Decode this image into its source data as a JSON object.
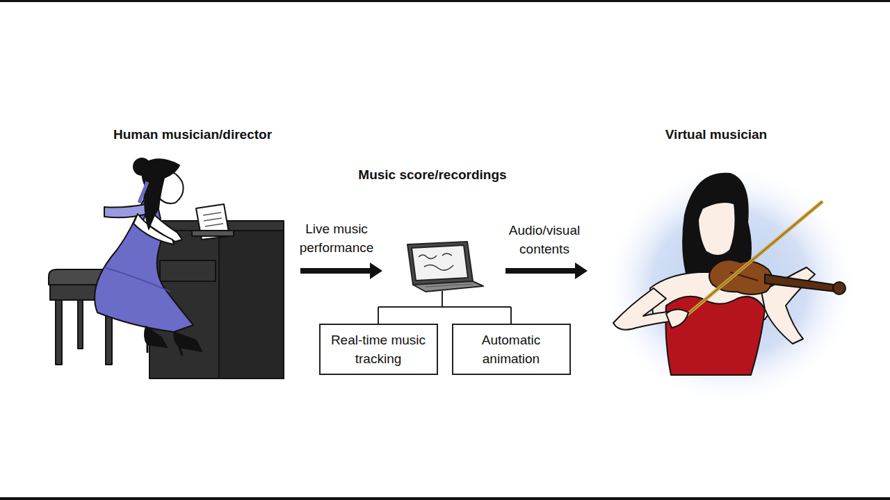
{
  "diagram": {
    "nodes": [
      {
        "text": [
          "Real-time music tracking"
        ]
      },
      {
        "text": [
          "Automatic animation"
        ]
      }
    ],
    "labels": [
      "Human musician/director",
      "Music score/recordings",
      "Live music performance",
      "Audio/visual contents",
      "Virtual musician"
    ]
  }
}
